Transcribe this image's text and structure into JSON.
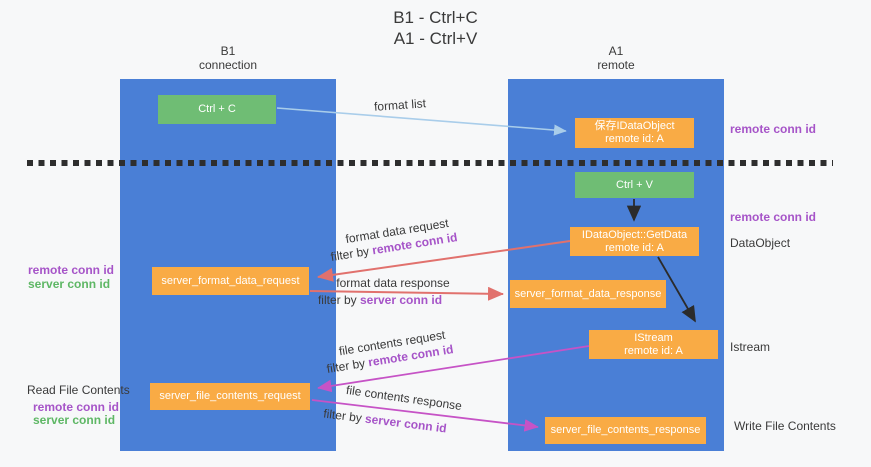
{
  "title": {
    "line1": "B1 - Ctrl+C",
    "line2": "A1 - Ctrl+V"
  },
  "columns": {
    "left": {
      "header_line1": "B1",
      "header_line2": "connection"
    },
    "right": {
      "header_line1": "A1",
      "header_line2": "remote"
    }
  },
  "boxes": {
    "ctrl_c": {
      "label": "Ctrl + C"
    },
    "saved_idataobject": {
      "line1": "保存IDataObject",
      "line2": "remote id: A"
    },
    "ctrl_v": {
      "label": "Ctrl + V"
    },
    "getdata": {
      "line1": "IDataObject::GetData",
      "line2": "remote id: A"
    },
    "server_format_data_request": {
      "label": "server_format_data_request"
    },
    "server_format_data_response": {
      "label": "server_format_data_response"
    },
    "istream": {
      "line1": "IStream",
      "line2": "remote id: A"
    },
    "server_file_contents_request": {
      "label": "server_file_contents_request"
    },
    "server_file_contents_response": {
      "label": "server_file_contents_response"
    }
  },
  "side_labels": {
    "remote_conn_id": "remote conn id",
    "server_conn_id": "server conn id",
    "read_file_contents": "Read File Contents",
    "write_file_contents": "Write File Contents",
    "dataobject": "DataObject",
    "istream": "Istream"
  },
  "arrow_labels": {
    "format_list": "format list",
    "format_data_request": "format data request",
    "format_data_response": "format data response",
    "file_contents_request": "file contents request",
    "file_contents_response": "file contents response",
    "filter_prefix": "filter by ",
    "remote_conn_id": "remote conn id",
    "server_conn_id": "server conn id"
  },
  "colors": {
    "column_blue": "#4a7fd6",
    "box_green": "#6fbd74",
    "box_orange": "#f9ab45",
    "label_purple": "#a654c8",
    "label_green": "#5eb765",
    "arrow_red": "#e1716d",
    "arrow_magenta": "#c653c6",
    "arrow_light_blue": "#a9cdea",
    "arrow_black": "#2b2b2b"
  }
}
